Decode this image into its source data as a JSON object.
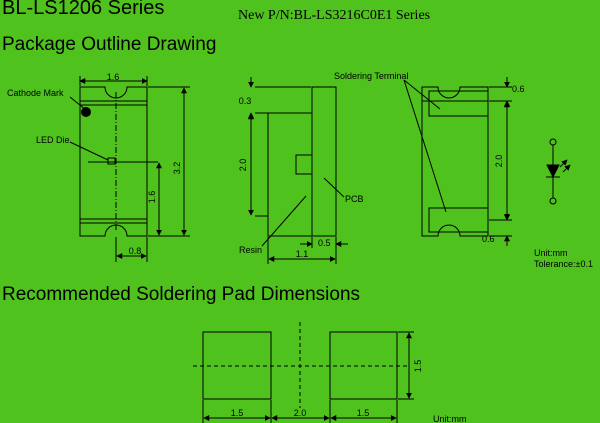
{
  "header": {
    "series_title": "BL-LS1206 Series",
    "part_number": "New P/N:BL-LS3216C0E1 Series",
    "outline_heading": "Package Outline Drawing",
    "pad_heading": "Recommended Soldering Pad Dimensions"
  },
  "top_view": {
    "cathode_mark_label": "Cathode Mark",
    "led_die_label": "LED Die",
    "dim_width": "1.6",
    "dim_length": "3.2",
    "dim_half_length": "1.6",
    "dim_bottom": "0.8"
  },
  "side_view": {
    "dim_top": "0.3",
    "dim_height": "2.0",
    "pcb_label": "PCB",
    "resin_label": "Resin",
    "dim_thickness": "0.5",
    "dim_width": "1.1"
  },
  "bottom_view": {
    "soldering_terminal_label": "Soldering Terminal",
    "dim_top": "0.6",
    "dim_middle": "2.0",
    "dim_bottom": "0.6"
  },
  "notes": {
    "unit": "Unit:mm",
    "tolerance": "Tolerance:±0.1"
  },
  "pads": {
    "dim_pad_left": "1.5",
    "dim_gap": "2.0",
    "dim_pad_right": "1.5",
    "dim_pad_height": "1.5",
    "unit": "Unit:mm"
  }
}
